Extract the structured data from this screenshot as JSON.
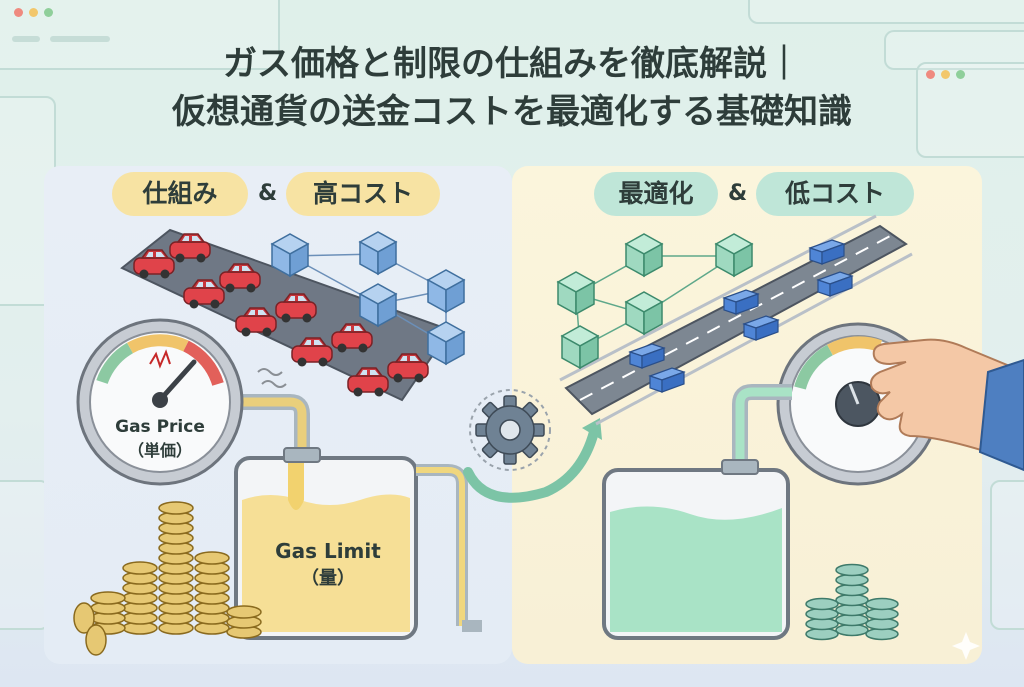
{
  "title": {
    "line1": "ガス価格と制限の仕組みを徹底解説｜",
    "line2": "仮想通貨の送金コストを最適化する基礎知識"
  },
  "left": {
    "tag1": "仕組み",
    "amp": "&",
    "tag2": "高コスト",
    "gauge_label": "Gas Price",
    "gauge_sublabel": "（単価）",
    "tank_label": "Gas Limit",
    "tank_sublabel": "（量）"
  },
  "right": {
    "tag1": "最適化",
    "amp": "&",
    "tag2": "低コスト"
  },
  "colors": {
    "pill_yellow": "#f7e3a3",
    "pill_green": "#bfe6d8",
    "car_red": "#e0434a",
    "block_blue": "#8fb8e6",
    "block_green": "#9fd9c0",
    "fuel_yellow": "#f6df96",
    "fuel_green": "#a9e3c6",
    "coin_gold": "#e6c873",
    "coin_green": "#9ccfc0"
  },
  "icons": [
    "gear-icon",
    "gauge-icon",
    "hand-icon",
    "coin-stack-icon",
    "car-icon",
    "block-icon",
    "truck-icon"
  ]
}
